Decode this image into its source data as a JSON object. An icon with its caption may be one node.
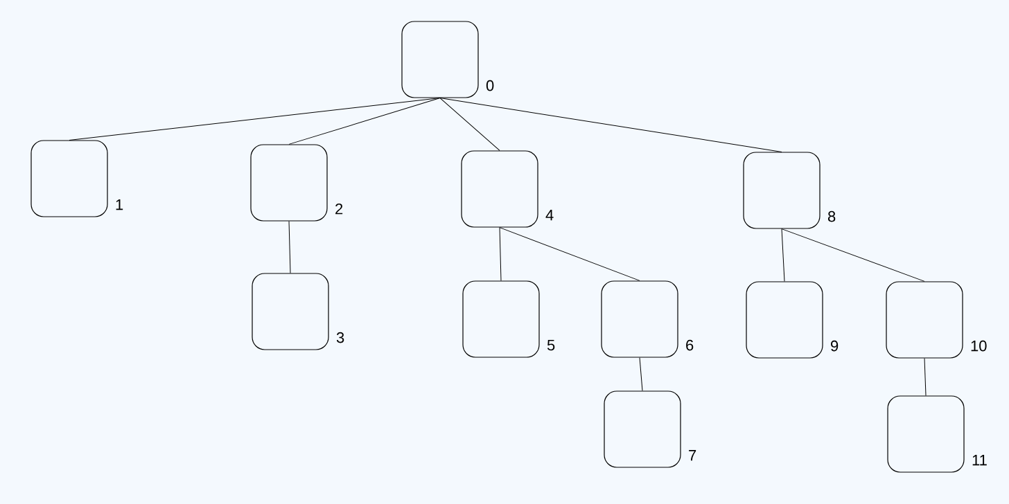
{
  "diagram": {
    "nodes": [
      {
        "text": [],
        "shape": "box",
        "beside": [
          "0"
        ]
      },
      {
        "text": [],
        "shape": "box",
        "beside": [
          "1"
        ]
      },
      {
        "text": [],
        "shape": "box",
        "beside": [
          "2"
        ]
      },
      {
        "text": [],
        "shape": "box",
        "beside": [
          "3"
        ]
      },
      {
        "text": [],
        "shape": "box",
        "beside": [
          "4"
        ]
      },
      {
        "text": [],
        "shape": "box",
        "beside": [
          "5"
        ]
      },
      {
        "text": [],
        "shape": "box",
        "beside": [
          "6"
        ]
      },
      {
        "text": [],
        "shape": "box",
        "beside": [
          "7"
        ]
      },
      {
        "text": [],
        "shape": "box",
        "beside": [
          "8"
        ]
      },
      {
        "text": [],
        "shape": "box",
        "beside": [
          "9"
        ]
      },
      {
        "text": [],
        "shape": "box",
        "beside": [
          "10"
        ]
      },
      {
        "text": [],
        "shape": "box",
        "beside": [
          "11"
        ]
      }
    ],
    "edges": [
      {
        "from": 0,
        "to": 1,
        "arrow": "none"
      },
      {
        "from": 0,
        "to": 2,
        "arrow": "none"
      },
      {
        "from": 0,
        "to": 4,
        "arrow": "none"
      },
      {
        "from": 0,
        "to": 8,
        "arrow": "none"
      },
      {
        "from": 2,
        "to": 3,
        "arrow": "none"
      },
      {
        "from": 4,
        "to": 5,
        "arrow": "none"
      },
      {
        "from": 4,
        "to": 6,
        "arrow": "none"
      },
      {
        "from": 6,
        "to": 7,
        "arrow": "none"
      },
      {
        "from": 8,
        "to": 9,
        "arrow": "none"
      },
      {
        "from": 8,
        "to": 10,
        "arrow": "none"
      },
      {
        "from": 10,
        "to": 11,
        "arrow": "none"
      }
    ]
  }
}
